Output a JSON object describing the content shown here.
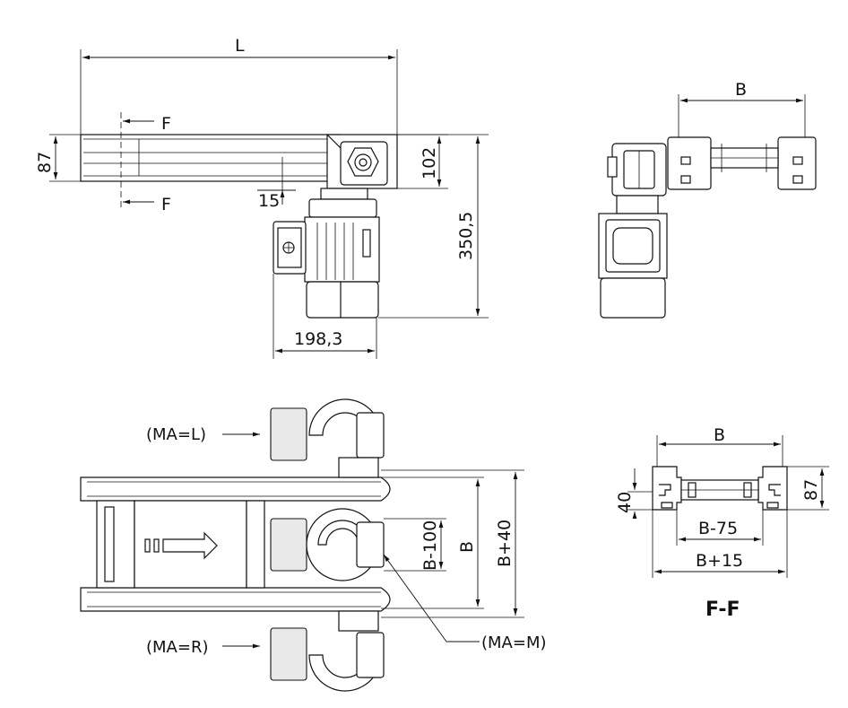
{
  "dimensions": {
    "length": "L",
    "height_87": "87",
    "height_102": "102",
    "total_height": "350,5",
    "offset_15": "15",
    "motor_width": "198,3",
    "width_b_top": "B",
    "section_b": "B",
    "section_height_87": "87",
    "section_40": "40",
    "section_b_minus_75": "B-75",
    "section_b_plus_15": "B+15",
    "plan_b_minus_100": "B-100",
    "plan_b": "B",
    "plan_b_plus_40": "B+40"
  },
  "section_markers": {
    "top_marker": "F",
    "bottom_marker": "F",
    "section_title": "F-F"
  },
  "mounting_labels": {
    "left": "(MA=L)",
    "middle": "(MA=M)",
    "right": "(MA=R)"
  }
}
